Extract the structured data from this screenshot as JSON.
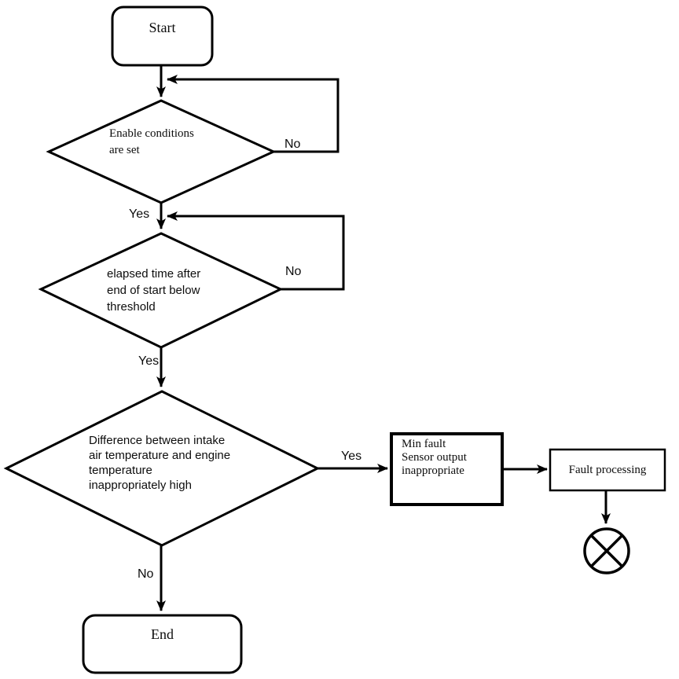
{
  "canvas": {
    "background": "#ffffff",
    "ink": "#000000"
  },
  "flowchart": {
    "nodes": {
      "start": {
        "label": "Start",
        "shape": "rounded-rect"
      },
      "enable": {
        "label": "Enable conditions\nare set",
        "shape": "diamond"
      },
      "elapsed": {
        "label": "elapsed time after\nend of start below\nthreshold",
        "shape": "diamond"
      },
      "tempdiff": {
        "label": "Difference between intake\nair temperature and engine\ntemperature\ninappropriately high",
        "shape": "diamond"
      },
      "minfault": {
        "label": "Min fault\nSensor output\ninappropriate",
        "shape": "rect"
      },
      "faultproc": {
        "label": "Fault processing",
        "shape": "rect"
      },
      "end": {
        "label": "End",
        "shape": "rounded-rect"
      },
      "terminator": {
        "shape": "circle-x"
      }
    },
    "edge_labels": {
      "enable_no": "No",
      "enable_yes": "Yes",
      "elapsed_no": "No",
      "elapsed_yes": "Yes",
      "tempdiff_yes": "Yes",
      "tempdiff_no": "No"
    }
  }
}
